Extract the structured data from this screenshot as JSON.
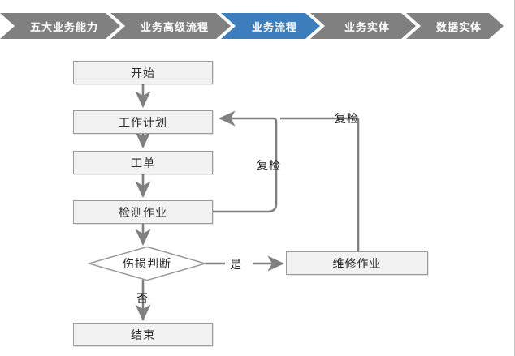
{
  "breadcrumb": {
    "items": [
      {
        "label": "五大业务能力",
        "active": false
      },
      {
        "label": "业务高级流程",
        "active": false
      },
      {
        "label": "业务流程",
        "active": true
      },
      {
        "label": "业务实体",
        "active": false
      },
      {
        "label": "数据实体",
        "active": false
      }
    ],
    "colors": {
      "inactive": "#808080",
      "active": "#3C7EBD",
      "text": "#FFFFFF"
    }
  },
  "flowchart": {
    "type": "flowchart",
    "title": "业务流程",
    "colors": {
      "node_fill": "#F2F2F2",
      "node_border": "#9A9A9A",
      "decision_fill": "#FFFFFF",
      "connector": "#808080",
      "text": "#2B2B2B"
    },
    "nodes": [
      {
        "id": "start",
        "label": "开始",
        "shape": "rect"
      },
      {
        "id": "workplan",
        "label": "工作计划",
        "shape": "rect"
      },
      {
        "id": "workorder",
        "label": "工单",
        "shape": "rect"
      },
      {
        "id": "inspection",
        "label": "检测作业",
        "shape": "rect"
      },
      {
        "id": "decision",
        "label": "伤损判断",
        "shape": "diamond"
      },
      {
        "id": "repair",
        "label": "维修作业",
        "shape": "rect"
      },
      {
        "id": "end",
        "label": "结束",
        "shape": "rect"
      }
    ],
    "edge_labels": {
      "yes": "是",
      "no": "否",
      "recheck_inner": "复检",
      "recheck_outer": "复检"
    },
    "edges": [
      {
        "from": "start",
        "to": "workplan",
        "label": ""
      },
      {
        "from": "workplan",
        "to": "workorder",
        "label": ""
      },
      {
        "from": "workorder",
        "to": "inspection",
        "label": ""
      },
      {
        "from": "inspection",
        "to": "decision",
        "label": ""
      },
      {
        "from": "decision",
        "to": "repair",
        "label": "是"
      },
      {
        "from": "decision",
        "to": "end",
        "label": "否"
      },
      {
        "from": "inspection",
        "to": "workplan",
        "label": "复检"
      },
      {
        "from": "repair",
        "to": "workplan",
        "label": "复检"
      }
    ]
  }
}
